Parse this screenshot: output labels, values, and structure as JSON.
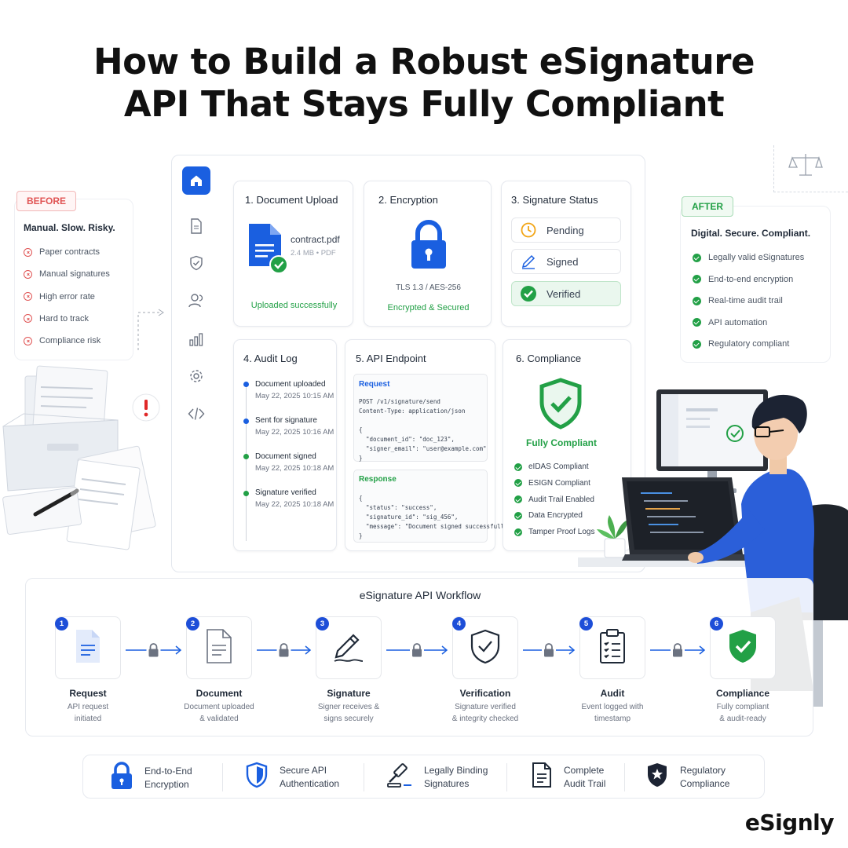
{
  "title": {
    "line1": "How to Build a Robust eSignature",
    "line2": "API That Stays Fully Compliant"
  },
  "before": {
    "badge": "BEFORE",
    "heading": "Manual. Slow. Risky.",
    "items": [
      "Paper contracts",
      "Manual signatures",
      "High error rate",
      "Hard to track",
      "Compliance risk"
    ]
  },
  "after": {
    "badge": "AFTER",
    "heading": "Digital. Secure. Compliant.",
    "items": [
      "Legally valid eSignatures",
      "End-to-end encryption",
      "Real-time audit trail",
      "API automation",
      "Regulatory compliant"
    ]
  },
  "sidebar": {
    "icons": [
      "home-icon",
      "document-icon",
      "shield-icon",
      "users-icon",
      "bar-chart-icon",
      "gear-icon",
      "code-icon"
    ]
  },
  "upload": {
    "title": "1. Document Upload",
    "filename": "contract.pdf",
    "meta": "2.4 MB • PDF",
    "status": "Uploaded successfully"
  },
  "encryption": {
    "title": "2. Encryption",
    "protocol": "TLS 1.3 / AES-256",
    "status": "Encrypted & Secured"
  },
  "signature_status": {
    "title": "3. Signature Status",
    "items": [
      "Pending",
      "Signed",
      "Verified"
    ]
  },
  "audit_log": {
    "title": "4. Audit Log",
    "entries": [
      {
        "event": "Document uploaded",
        "time": "May 22, 2025 10:15 AM"
      },
      {
        "event": "Sent for signature",
        "time": "May 22, 2025 10:16 AM"
      },
      {
        "event": "Document signed",
        "time": "May 22, 2025 10:18 AM"
      },
      {
        "event": "Signature verified",
        "time": "May 22, 2025 10:18 AM"
      }
    ]
  },
  "api": {
    "title": "5. API Endpoint",
    "request_label": "Request",
    "request_code": "POST /v1/signature/send\nContent-Type: application/json\n\n{\n  \"document_id\": \"doc_123\",\n  \"signer_email\": \"user@example.com\"\n}",
    "response_label": "Response",
    "response_code": "{\n  \"status\": \"success\",\n  \"signature_id\": \"sig_456\",\n  \"message\": \"Document signed successfully\"\n}"
  },
  "compliance": {
    "title": "6. Compliance",
    "headline": "Fully Compliant",
    "items": [
      "eIDAS Compliant",
      "ESIGN Compliant",
      "Audit Trail Enabled",
      "Data Encrypted",
      "Tamper Proof Logs"
    ]
  },
  "workflow": {
    "title": "eSignature API Workflow",
    "steps": [
      {
        "num": "1",
        "title": "Request",
        "desc1": "API request",
        "desc2": "initiated"
      },
      {
        "num": "2",
        "title": "Document",
        "desc1": "Document uploaded",
        "desc2": "& validated"
      },
      {
        "num": "3",
        "title": "Signature",
        "desc1": "Signer receives &",
        "desc2": "signs securely"
      },
      {
        "num": "4",
        "title": "Verification",
        "desc1": "Signature verified",
        "desc2": "& integrity checked"
      },
      {
        "num": "5",
        "title": "Audit",
        "desc1": "Event logged with",
        "desc2": "timestamp"
      },
      {
        "num": "6",
        "title": "Compliance",
        "desc1": "Fully compliant",
        "desc2": "& audit-ready"
      }
    ]
  },
  "features": [
    {
      "l1": "End-to-End",
      "l2": "Encryption"
    },
    {
      "l1": "Secure API",
      "l2": "Authentication"
    },
    {
      "l1": "Legally Binding",
      "l2": "Signatures"
    },
    {
      "l1": "Complete",
      "l2": "Audit Trail"
    },
    {
      "l1": "Regulatory",
      "l2": "Compliance"
    }
  ],
  "brand": "eSignly",
  "colors": {
    "blue": "#1a5fe0",
    "green": "#22a046",
    "red": "#e05454"
  }
}
